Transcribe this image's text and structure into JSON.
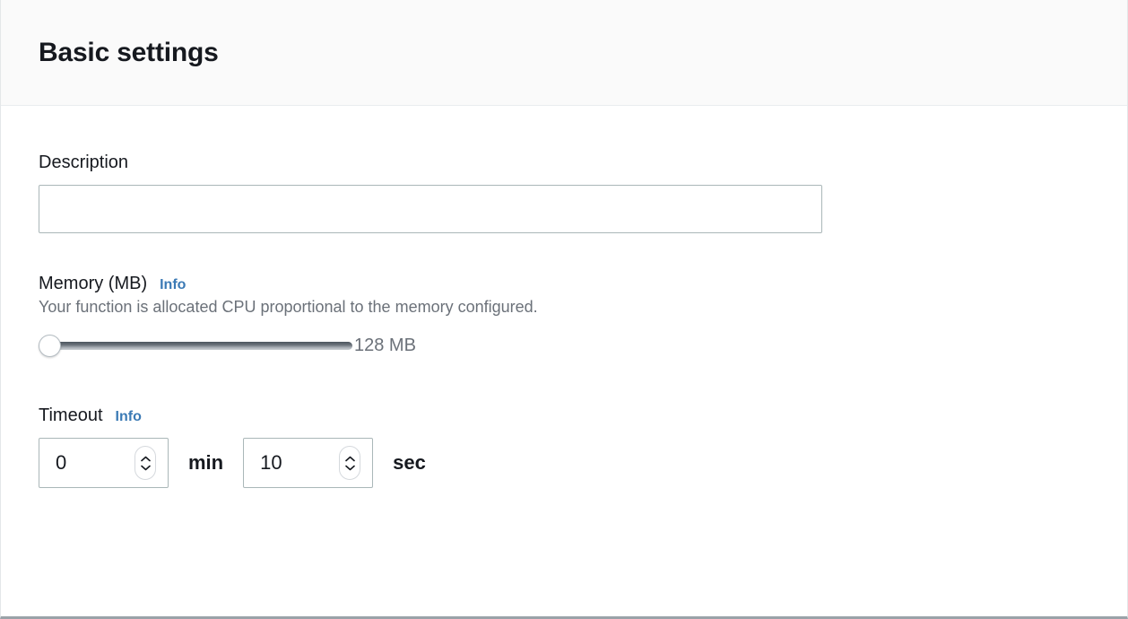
{
  "panel": {
    "title": "Basic settings"
  },
  "description_field": {
    "label": "Description",
    "value": "",
    "placeholder": ""
  },
  "memory_field": {
    "label": "Memory (MB)",
    "info_label": "Info",
    "helper_text": "Your function is allocated CPU proportional to the memory configured.",
    "value_label": "128 MB",
    "value": 128,
    "min": 128,
    "max": 10240,
    "fill_percent": 0
  },
  "timeout_field": {
    "label": "Timeout",
    "info_label": "Info",
    "minutes_value": "0",
    "minutes_unit": "min",
    "seconds_value": "10",
    "seconds_unit": "sec"
  },
  "colors": {
    "header_background": "#fafafa",
    "title_text": "#16191f",
    "info_link": "#3b7ab5",
    "helper_text": "#6b7179",
    "input_border": "#aab7b8",
    "panel_border": "#e4e7e9",
    "slider_track_dark": "#4c555e"
  },
  "icons": {
    "chevron_up": "chevron-up-icon",
    "chevron_down": "chevron-down-icon",
    "slider_thumb": "slider-thumb-handle"
  }
}
